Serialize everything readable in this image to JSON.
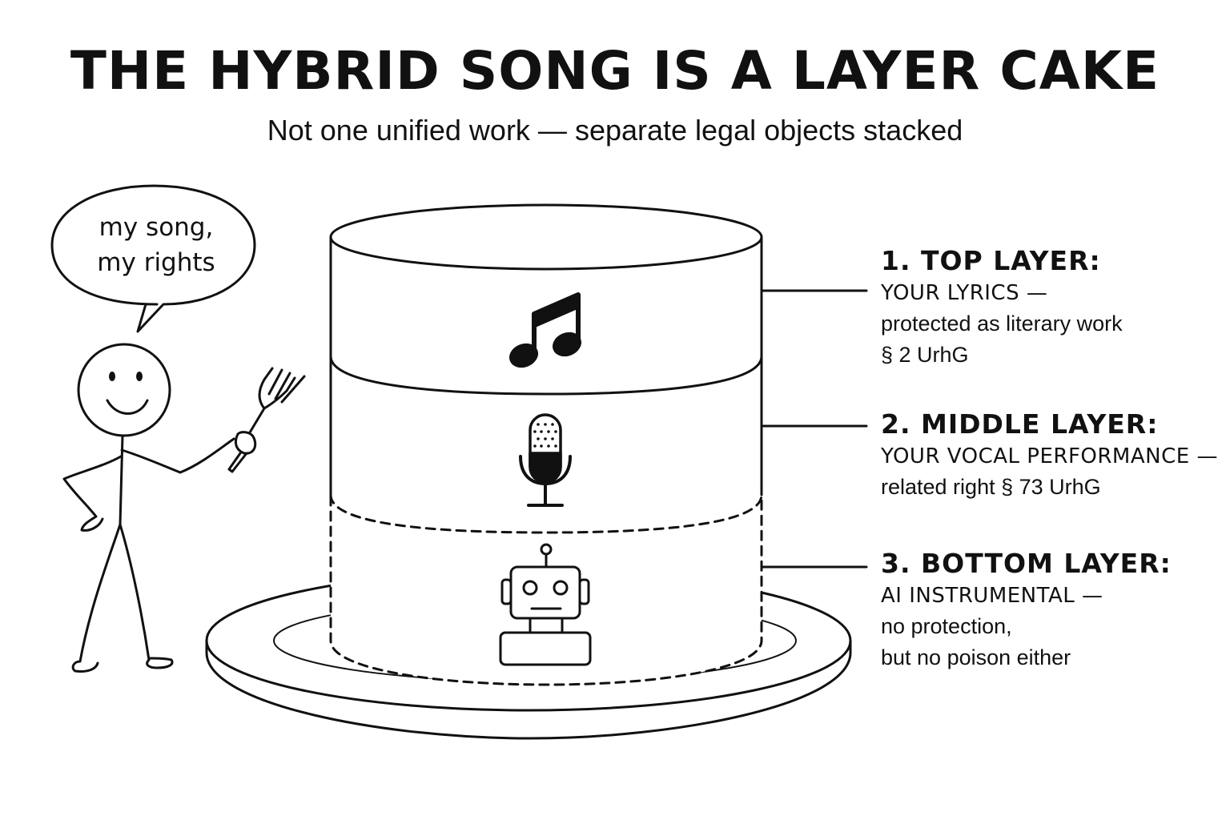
{
  "header": {
    "title": "THE HYBRID SONG IS A LAYER CAKE",
    "subtitle": "Not one unified work — separate legal objects stacked"
  },
  "speech_bubble": {
    "line1": "my song,",
    "line2": "my rights"
  },
  "layers": [
    {
      "heading": "1. TOP LAYER:",
      "line1": "YOUR LYRICS —",
      "line2": "protected as literary work",
      "line3": "§ 2 UrhG",
      "icon": "music-note-icon"
    },
    {
      "heading": "2. MIDDLE LAYER:",
      "line1": "YOUR VOCAL PERFORMANCE —",
      "line2": "related right § 73 UrhG",
      "line3": "",
      "icon": "microphone-icon"
    },
    {
      "heading": "3. BOTTOM LAYER:",
      "line1": "AI INSTRUMENTAL —",
      "line2": "no protection,",
      "line3": "but no poison either",
      "icon": "robot-icon"
    }
  ],
  "colors": {
    "ink": "#111111",
    "background": "#ffffff"
  }
}
